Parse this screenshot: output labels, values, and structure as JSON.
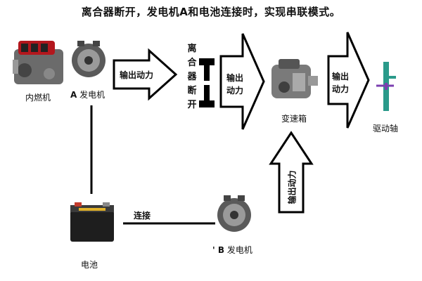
{
  "title": "离合器断开，发电机A和电池连接时，实现串联模式。",
  "components": {
    "engine": "内燃机",
    "generator_a_letter": "A",
    "generator_a": "发电机",
    "clutch_chars": [
      "离",
      "合",
      "器",
      "断",
      "开"
    ],
    "gearbox": "变速箱",
    "drive_axle": "驱动轴",
    "battery": "电池",
    "generator_b_letter": "' B",
    "generator_b": "发电机"
  },
  "arrows": {
    "a_to_clutch": "输出动力",
    "clutch_to_gearbox_line1": "输出",
    "clutch_to_gearbox_line2": "动力",
    "gearbox_to_axle_line1": "输出",
    "gearbox_to_axle_line2": "动力",
    "b_up_to_gearbox": "输出动力"
  },
  "connections": {
    "battery_to_b": "连接"
  }
}
